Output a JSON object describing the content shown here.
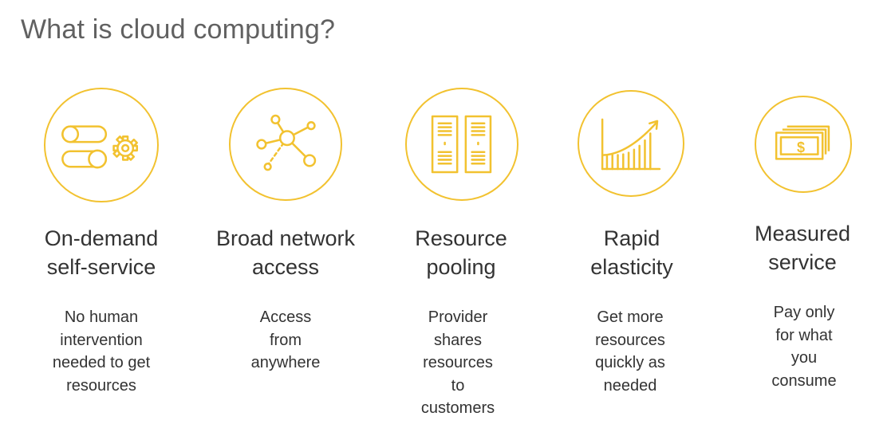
{
  "title": "What is cloud computing?",
  "accent_color": "#F2C230",
  "characteristics": [
    {
      "icon": "toggle-gear-icon",
      "heading": [
        "On-demand",
        "self-service"
      ],
      "description": [
        "No human",
        "intervention",
        "needed to get",
        "resources"
      ]
    },
    {
      "icon": "network-nodes-icon",
      "heading": [
        "Broad network",
        "access"
      ],
      "description": [
        "Access",
        "from",
        "anywhere"
      ]
    },
    {
      "icon": "server-racks-icon",
      "heading": [
        "Resource",
        "pooling"
      ],
      "description": [
        "Provider",
        "shares",
        "resources",
        "to",
        "customers"
      ]
    },
    {
      "icon": "growth-chart-icon",
      "heading": [
        "Rapid",
        "elasticity"
      ],
      "description": [
        "Get more",
        "resources",
        "quickly as",
        "needed"
      ]
    },
    {
      "icon": "money-bill-icon",
      "heading": [
        "Measured",
        "service"
      ],
      "description": [
        "Pay only",
        "for what",
        "you",
        "consume"
      ],
      "bill_symbol": "$"
    }
  ]
}
